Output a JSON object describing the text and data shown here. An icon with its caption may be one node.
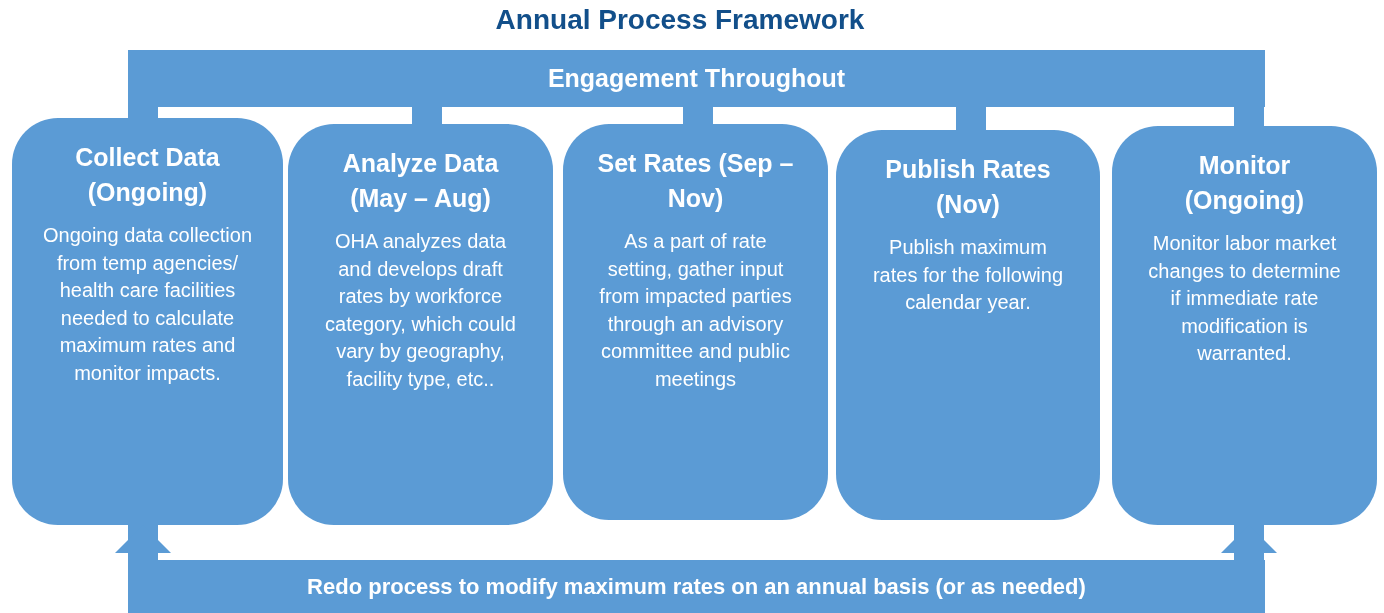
{
  "diagram": {
    "title": "Annual Process Framework",
    "nodes": [
      {
        "text": [
          "Engagement Throughout"
        ]
      },
      {
        "text": [
          "Collect Data (Ongoing)",
          "Ongoing data collection from temp agencies/ health care facilities needed to calculate maximum rates and monitor impacts."
        ]
      },
      {
        "text": [
          "Analyze Data (May – Aug)",
          "OHA analyzes data and develops draft rates by workforce category, which could vary by geography, facility type, etc.."
        ]
      },
      {
        "text": [
          "Set Rates (Sep – Nov)",
          "As a part of rate setting, gather input from impacted parties through an advisory committee and public meetings"
        ]
      },
      {
        "text": [
          "Publish Rates (Nov)",
          "Publish maximum rates for the following calendar year."
        ]
      },
      {
        "text": [
          "Monitor (Ongoing)",
          "Monitor labor market changes to determine if immediate rate modification is warranted."
        ]
      },
      {
        "text": [
          "Redo process to modify maximum rates on an annual basis (or as needed)"
        ]
      }
    ],
    "edges": [
      {
        "from": 0,
        "to": 1,
        "arrow": "none"
      },
      {
        "from": 0,
        "to": 2,
        "arrow": "none"
      },
      {
        "from": 0,
        "to": 3,
        "arrow": "none"
      },
      {
        "from": 0,
        "to": 4,
        "arrow": "none"
      },
      {
        "from": 0,
        "to": 5,
        "arrow": "none"
      },
      {
        "from": 6,
        "to": 1,
        "arrow": "to"
      },
      {
        "from": 6,
        "to": 5,
        "arrow": "to"
      }
    ]
  }
}
